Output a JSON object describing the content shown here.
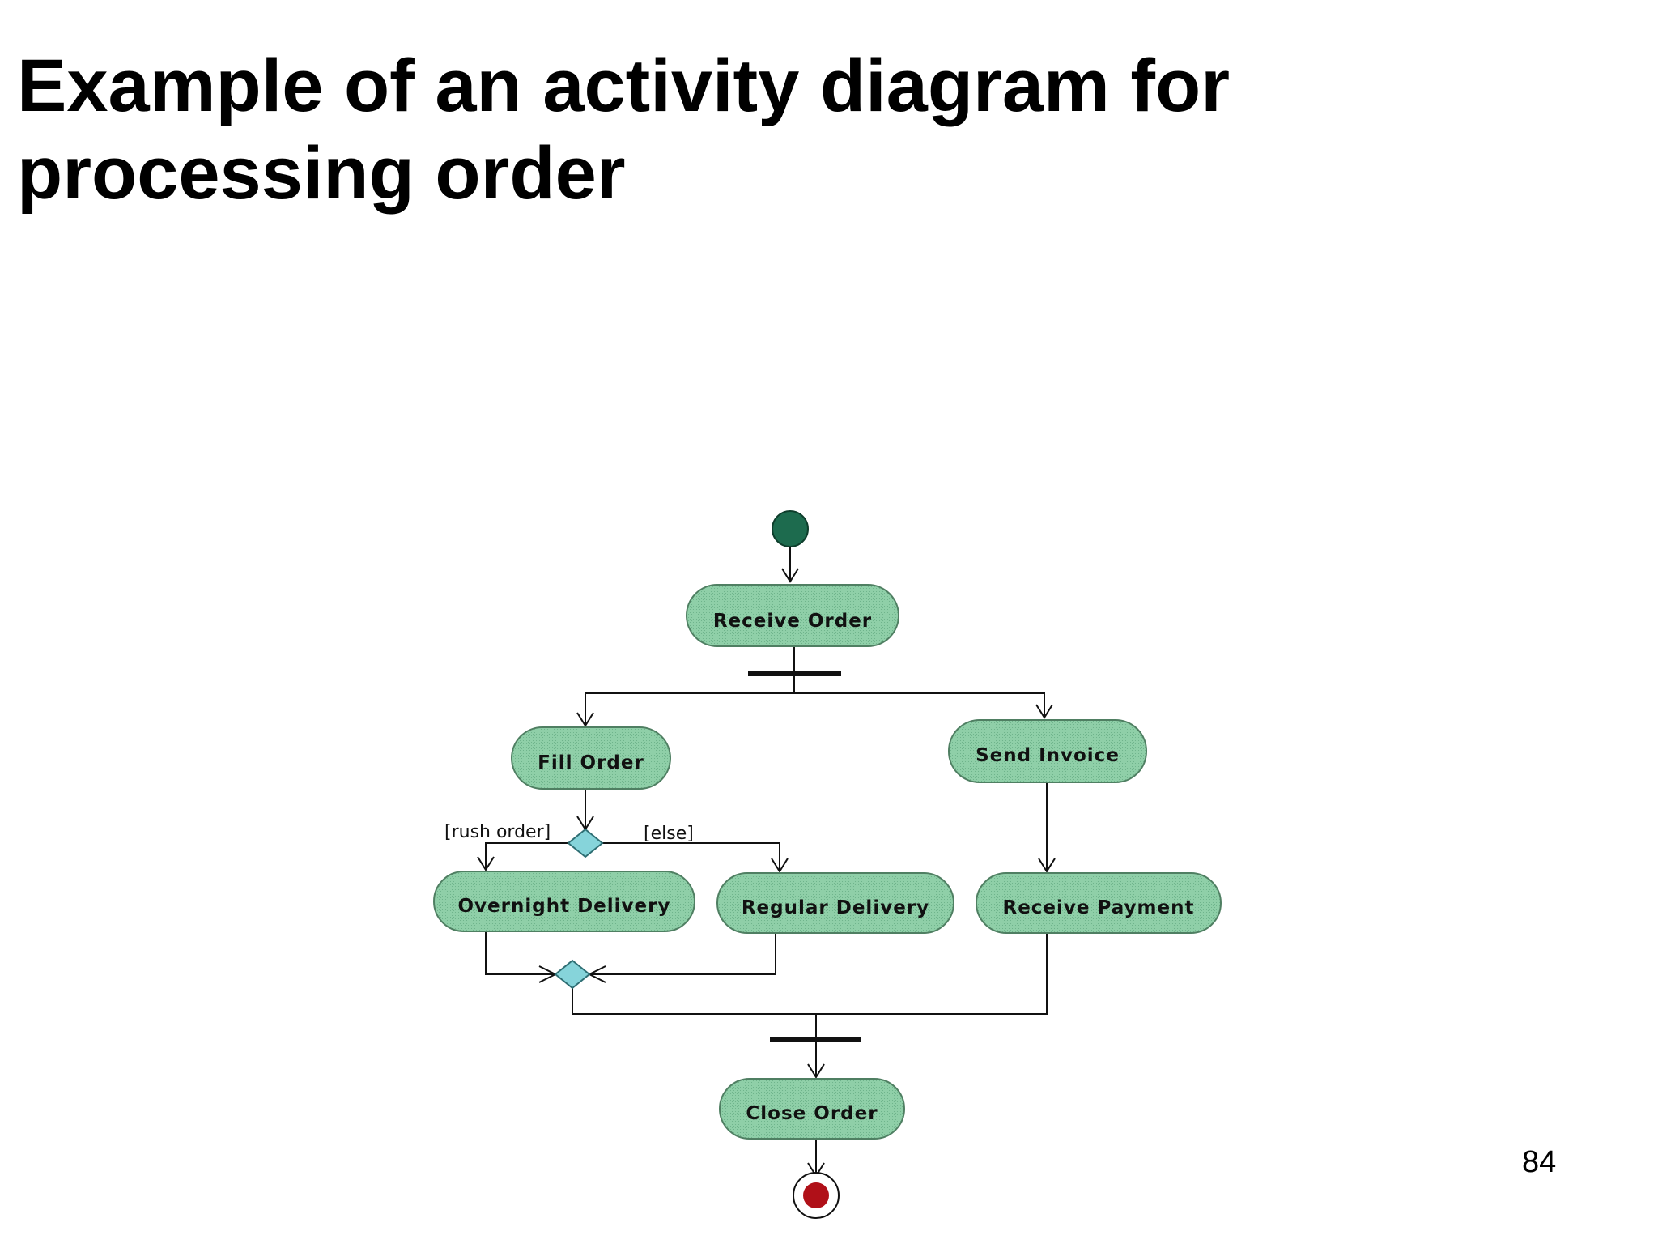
{
  "slide": {
    "title": "Example of an activity diagram for processing order",
    "page_number": "84"
  },
  "diagram": {
    "colors": {
      "activity_fill": "#8fcfa8",
      "activity_stroke": "#4f7f62",
      "initial_node": "#1d6b4e",
      "final_node": "#b01018",
      "decision_fill": "#86d4da",
      "line": "#111111"
    },
    "activities": {
      "receive_order": "Receive Order",
      "fill_order": "Fill Order",
      "send_invoice": "Send Invoice",
      "overnight_delivery": "Overnight Delivery",
      "regular_delivery": "Regular Delivery",
      "receive_payment": "Receive Payment",
      "close_order": "Close Order"
    },
    "guards": {
      "rush_order": "[rush order]",
      "else": "[else]"
    }
  }
}
